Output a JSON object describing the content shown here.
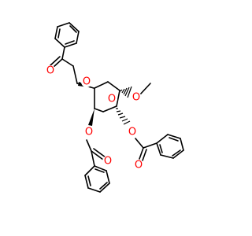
{
  "molecule": {
    "atoms": {
      "o_ring": {
        "symbol": "O",
        "color": "#ff0000"
      },
      "o_methoxy": {
        "symbol": "O",
        "color": "#ff0000"
      },
      "o_ester1_link": {
        "symbol": "O",
        "color": "#ff0000"
      },
      "o_ester1_carbonyl": {
        "symbol": "O",
        "color": "#ff0000"
      },
      "o_ester2_link": {
        "symbol": "O",
        "color": "#ff0000"
      },
      "o_ester2_carbonyl": {
        "symbol": "O",
        "color": "#ff0000"
      },
      "o_ester3_link": {
        "symbol": "O",
        "color": "#ff0000"
      },
      "o_ester3_carbonyl": {
        "symbol": "O",
        "color": "#ff0000"
      }
    },
    "colors": {
      "bond": "#000000",
      "oxygen": "#ff0000",
      "background": "#ffffff"
    }
  }
}
